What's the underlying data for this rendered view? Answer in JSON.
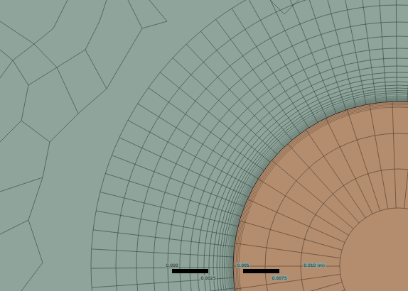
{
  "diagram": {
    "labels": [
      "0.000",
      "0.005",
      "0.010 (m)",
      "0.0025",
      "0.0075"
    ]
  }
}
